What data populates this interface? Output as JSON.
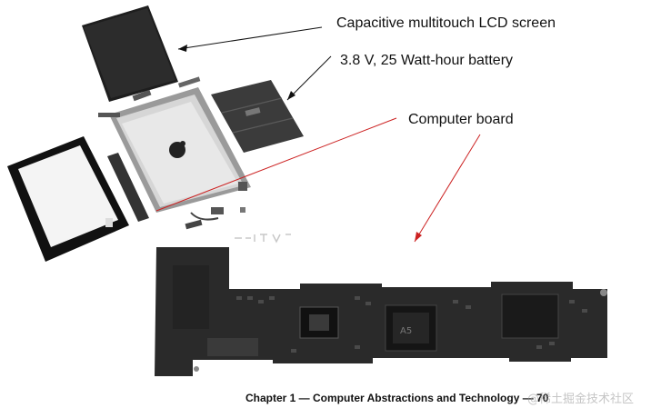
{
  "labels": {
    "lcd": "Capacitive multitouch LCD screen",
    "battery": "3.8 V, 25 Watt-hour battery",
    "board": "Computer board"
  },
  "footer": "Chapter 1 — Computer Abstractions and Technology — 70",
  "watermark": "@稀土掘金技术社区",
  "colors": {
    "background": "#ffffff",
    "pointer_black": "#111111",
    "pointer_red": "#cc2222",
    "board": "#2a2a2a",
    "panel": "#1c1c1c"
  }
}
